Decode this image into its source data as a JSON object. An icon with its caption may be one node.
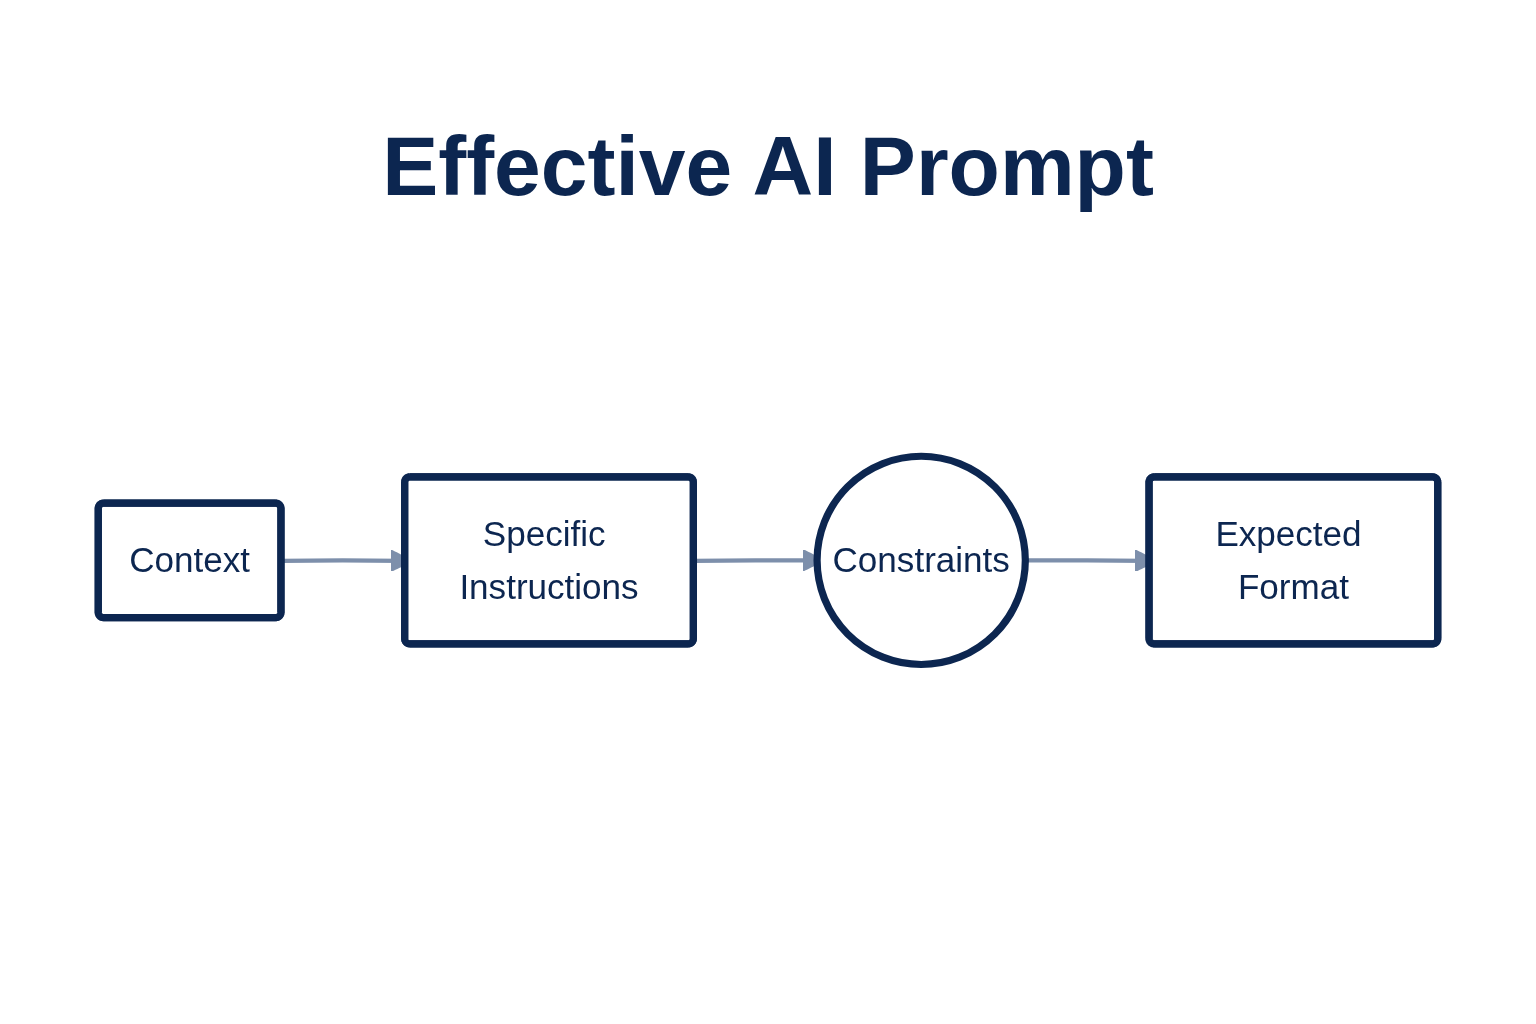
{
  "diagram": {
    "title": "Effective AI Prompt",
    "nodes": [
      {
        "text": [
          "Context"
        ]
      },
      {
        "text": [
          "Specific Instructions"
        ]
      },
      {
        "text": [
          "Constraints"
        ]
      },
      {
        "text": [
          "Expected Format"
        ]
      }
    ],
    "edges": [
      {
        "from": 0,
        "to": 1,
        "arrow": "to"
      },
      {
        "from": 1,
        "to": 2,
        "arrow": "to"
      },
      {
        "from": 2,
        "to": 3,
        "arrow": "to"
      }
    ]
  }
}
